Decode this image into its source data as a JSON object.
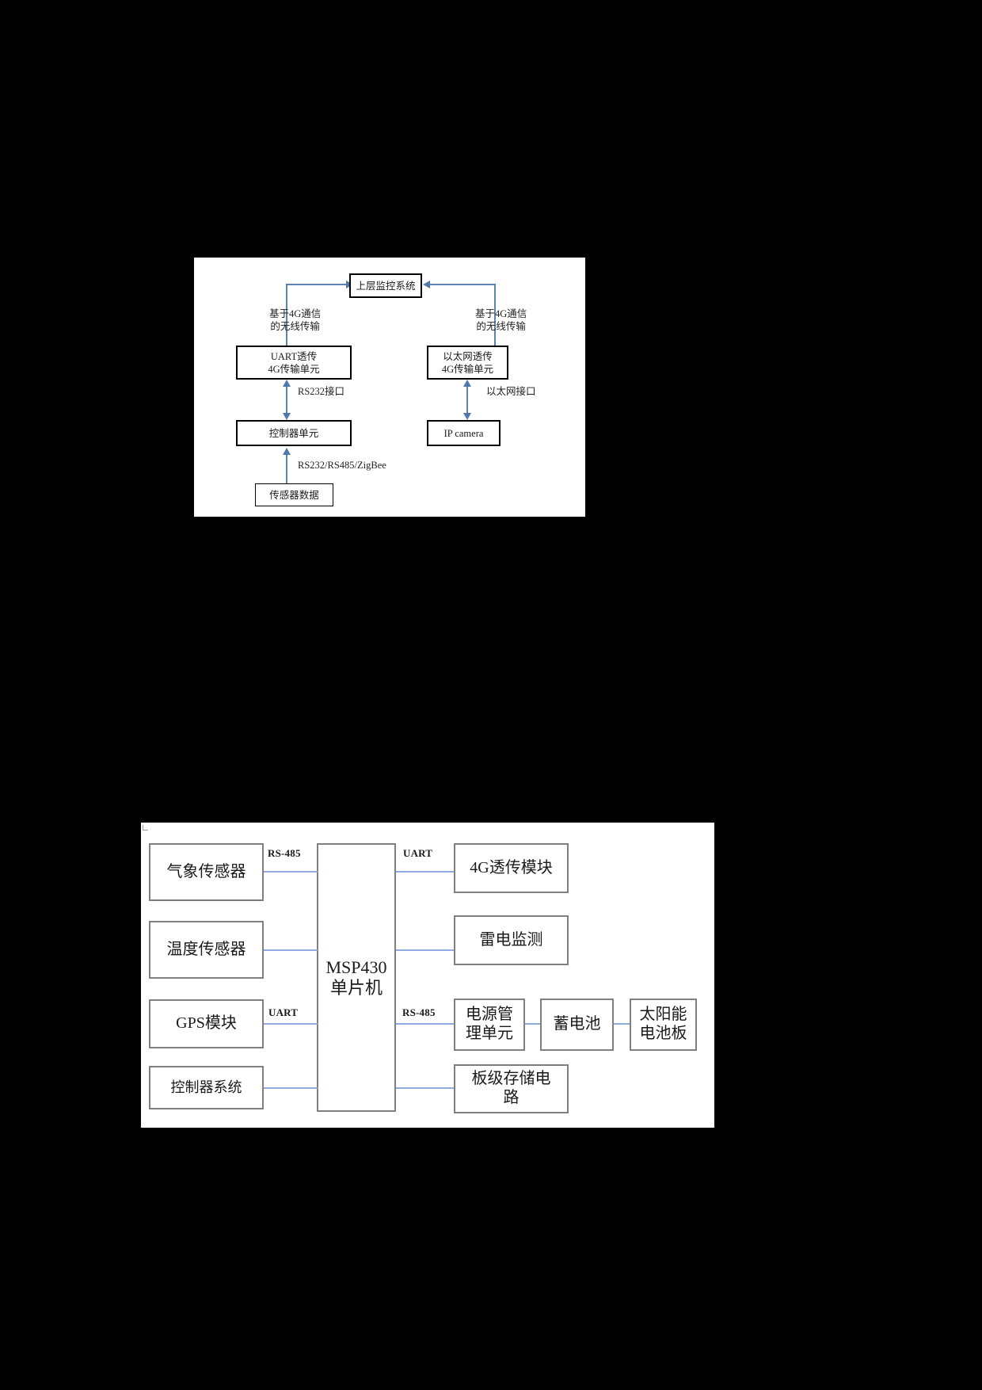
{
  "document": {
    "background_color": "#000000",
    "page_color": "#ffffff"
  },
  "figure1": {
    "name": "remote-monitoring-architecture",
    "accent_color": "#5b84b1",
    "boxes": {
      "supervisor": "上层监控系统",
      "uart_4g": {
        "line1": "UART透传",
        "line2": "4G传输单元"
      },
      "eth_4g": {
        "line1": "以太网透传",
        "line2": "4G传输单元"
      },
      "controller": "控制器单元",
      "ip_camera": "IP camera",
      "sensor_data": "传感器数据"
    },
    "labels": {
      "wireless_left": {
        "line1": "基于4G通信",
        "line2": "的无线传输"
      },
      "wireless_right": {
        "line1": "基于4G通信",
        "line2": "的无线传输"
      },
      "rs232": "RS232接口",
      "ethernet_port": "以太网接口",
      "bus_mix": "RS232/RS485/ZigBee"
    }
  },
  "figure2": {
    "name": "msp430-hardware-block-diagram",
    "accent_color": "#8faadc",
    "border_color": "#7f7f7f",
    "mcu": {
      "line1": "MSP430",
      "line2": "单片机"
    },
    "left_modules": [
      "气象传感器",
      "温度传感器",
      "GPS模块",
      "控制器系统"
    ],
    "right_modules": [
      "4G透传模块",
      "雷电监测",
      {
        "line1": "电源管",
        "line2": "理单元"
      },
      {
        "line1": "板级存储电",
        "line2": "路"
      }
    ],
    "power_chain": [
      "蓄电池",
      {
        "line1": "太阳能",
        "line2": "电池板"
      }
    ],
    "bus_labels": {
      "left_top": "RS-485",
      "left_gps": "UART",
      "right_top": "UART",
      "right_power": "RS-485"
    }
  }
}
